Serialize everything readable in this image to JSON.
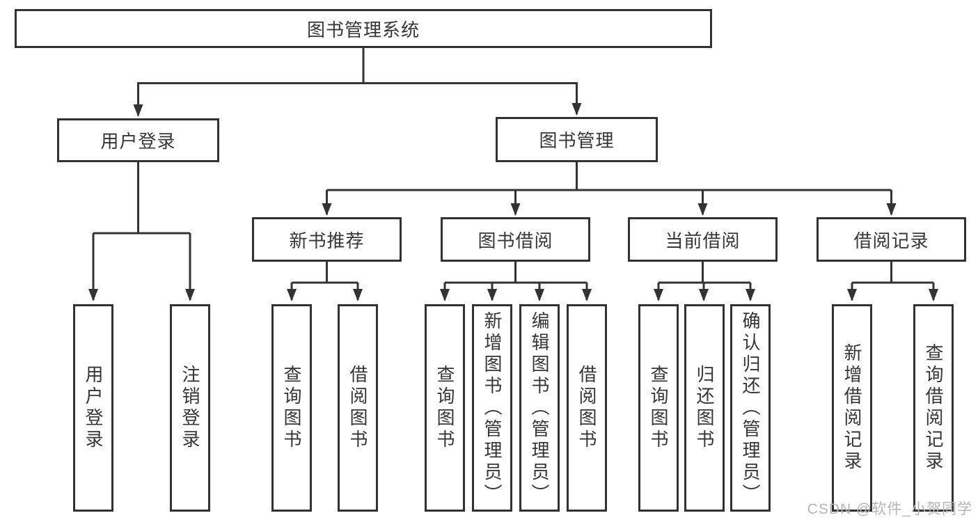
{
  "diagram": {
    "root": {
      "label": "图书管理系统"
    },
    "branches": [
      {
        "label": "用户登录",
        "children": [
          {
            "label": "用户登录"
          },
          {
            "label": "注销登录"
          }
        ]
      },
      {
        "label": "图书管理",
        "children": [
          {
            "label": "新书推荐",
            "children": [
              {
                "label": "查询图书"
              },
              {
                "label": "借阅图书"
              }
            ]
          },
          {
            "label": "图书借阅",
            "children": [
              {
                "label": "查询图书"
              },
              {
                "label": "新增图书（管理员）"
              },
              {
                "label": "编辑图书（管理员）"
              },
              {
                "label": "借阅图书"
              }
            ]
          },
          {
            "label": "当前借阅",
            "children": [
              {
                "label": "查询图书"
              },
              {
                "label": "归还图书"
              },
              {
                "label": "确认归还（管理员）"
              }
            ]
          },
          {
            "label": "借阅记录",
            "children": [
              {
                "label": "新增借阅记录"
              },
              {
                "label": "查询借阅记录"
              }
            ]
          }
        ]
      }
    ]
  },
  "watermark": {
    "text": "CSDN @软件_小贺同学"
  },
  "colors": {
    "line": "#333333",
    "box_border": "#323232",
    "text": "#363636",
    "background": "#ffffff",
    "watermark": "#b5b5b5"
  }
}
